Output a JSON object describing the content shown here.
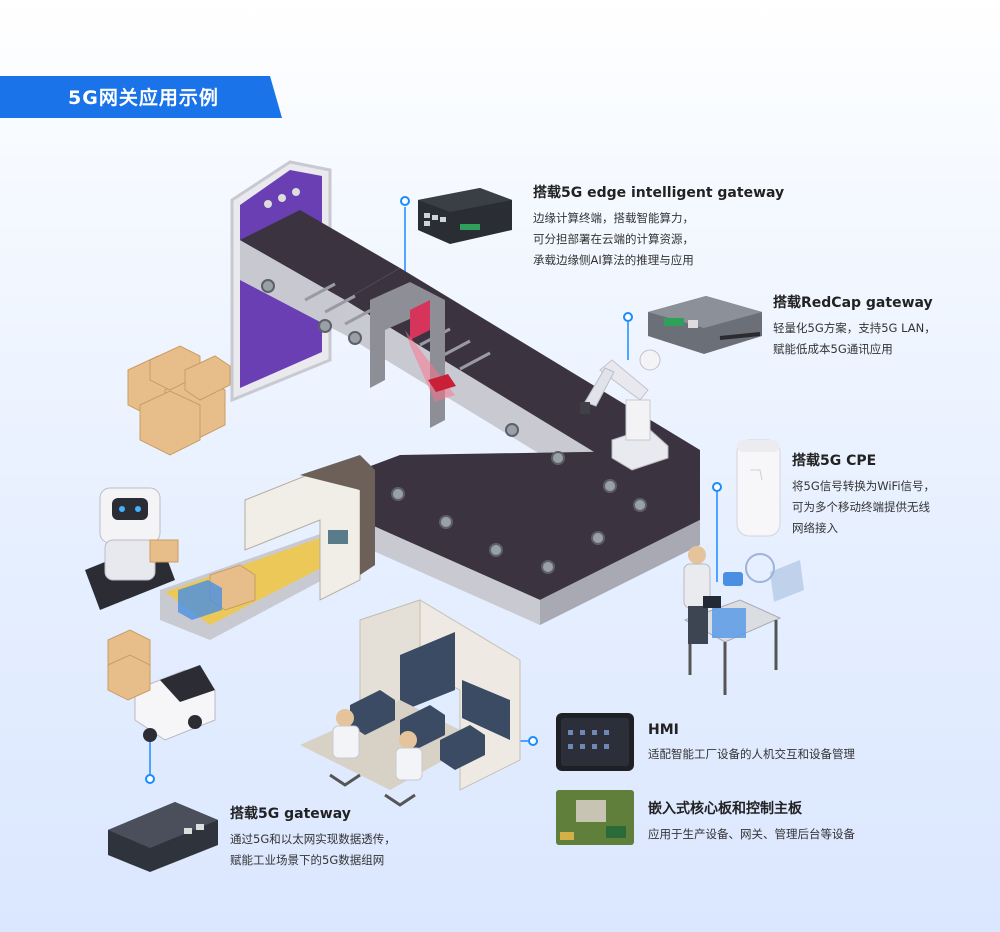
{
  "banner": {
    "title": "5G网关应用示例"
  },
  "callouts": {
    "edge": {
      "title": "搭载5G edge intelligent gateway",
      "lines": [
        "边缘计算终端，搭载智能算力，",
        "可分担部署在云端的计算资源，",
        "承载边缘侧AI算法的推理与应用"
      ]
    },
    "redcap": {
      "title": "搭载RedCap gateway",
      "lines": [
        "轻量化5G方案，支持5G LAN，",
        "赋能低成本5G通讯应用"
      ]
    },
    "cpe": {
      "title": "搭载5G CPE",
      "lines": [
        "将5G信号转换为WiFi信号，",
        "可为多个移动终端提供无线",
        "网络接入"
      ]
    },
    "hmi": {
      "title": "HMI",
      "lines": [
        "适配智能工厂设备的人机交互和设备管理"
      ]
    },
    "board": {
      "title": "嵌入式核心板和控制主板",
      "lines": [
        "应用于生产设备、网关、管理后台等设备"
      ]
    },
    "gateway": {
      "title": "搭载5G gateway",
      "lines": [
        "通过5G和以太网实现数据透传，",
        "赋能工业场景下的5G数据组网"
      ]
    }
  },
  "colors": {
    "accent": "#1a73e8",
    "dot": "#1a8cff",
    "belt": "#3b3340",
    "frame": "#8e8e96"
  }
}
